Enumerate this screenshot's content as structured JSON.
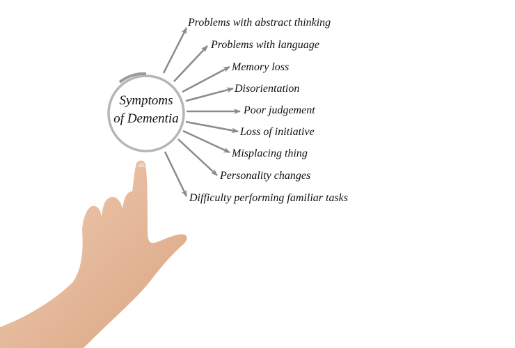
{
  "diagram": {
    "center_label": [
      "Symptoms",
      "of Dementia"
    ],
    "symptoms": [
      "Problems with abstract thinking",
      "Problems with language",
      "Memory loss",
      "Disorientation",
      "Poor judgement",
      "Loss of initiative",
      "Misplacing thing",
      "Personality changes",
      "Difficulty performing familiar tasks"
    ],
    "colors": {
      "arrow": "#8a8a8a",
      "circle": "#b5b5b5",
      "skin": "#e9bfa0",
      "text": "#111111"
    }
  }
}
